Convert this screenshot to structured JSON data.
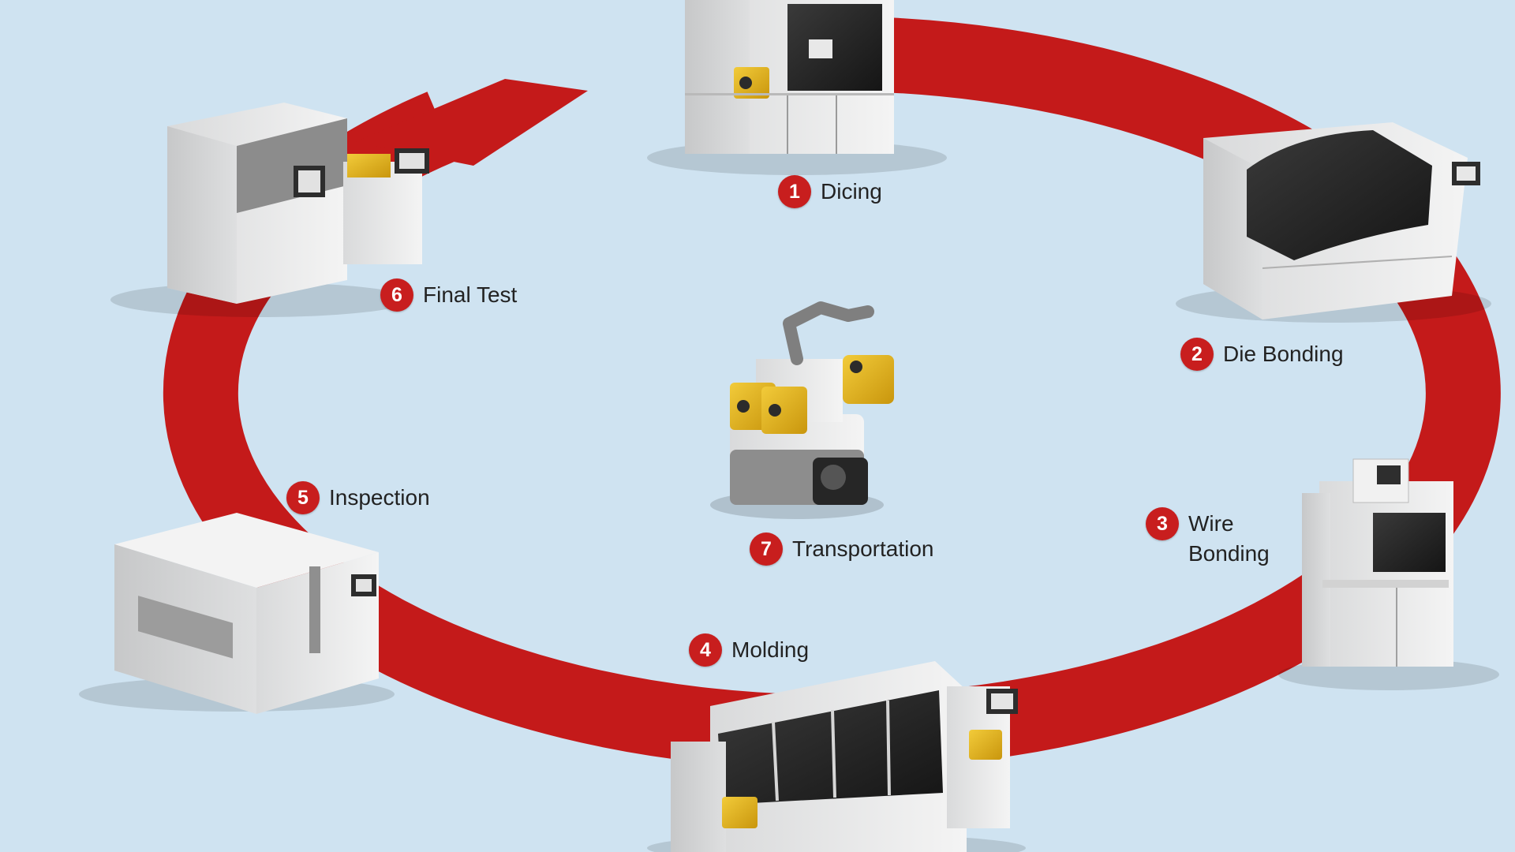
{
  "colors": {
    "background": "#cfe3f1",
    "ring": "#c41a1a",
    "badge": "#c81e1e",
    "machine_body": "#e9eaeb",
    "machine_dark": "#2a2a2a",
    "accent_yellow": "#e8b817"
  },
  "steps": [
    {
      "number": "1",
      "label": "Dicing"
    },
    {
      "number": "2",
      "label": "Die Bonding"
    },
    {
      "number": "3",
      "label": "Wire\nBonding"
    },
    {
      "number": "4",
      "label": "Molding"
    },
    {
      "number": "5",
      "label": "Inspection"
    },
    {
      "number": "6",
      "label": "Final Test"
    },
    {
      "number": "7",
      "label": "Transportation"
    }
  ]
}
